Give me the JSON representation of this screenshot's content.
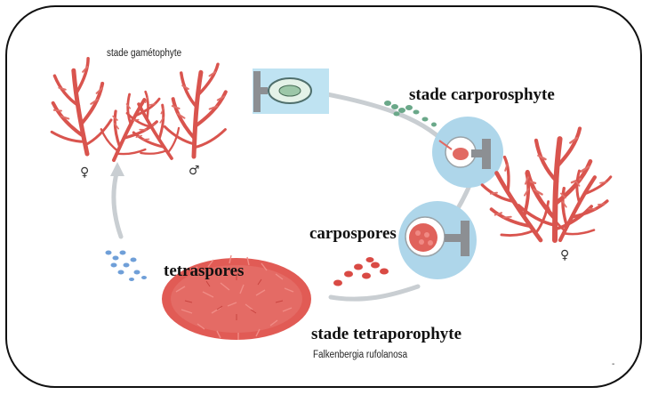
{
  "diagram": {
    "labels": {
      "gametophyte_stage": "stade gamétophyte",
      "carposporophyte_stage": "stade carporosphyte",
      "carpospores": "carpospores",
      "tetraspores": "tetraspores",
      "tetrasporophyte_stage": "stade tetraporophyte",
      "species": "Falkenbergia rufolanosa"
    },
    "symbols": {
      "female_left": "♀",
      "male": "♂",
      "female_right": "♀",
      "mark": "-"
    },
    "colors": {
      "algae": "#d9544e",
      "spore_green": "#6aa889",
      "spore_blue": "#6f9fd8",
      "spore_red": "#d94a44",
      "bubble": "#aed6ea",
      "arrow": "#c9ced2",
      "border": "#111111"
    }
  }
}
